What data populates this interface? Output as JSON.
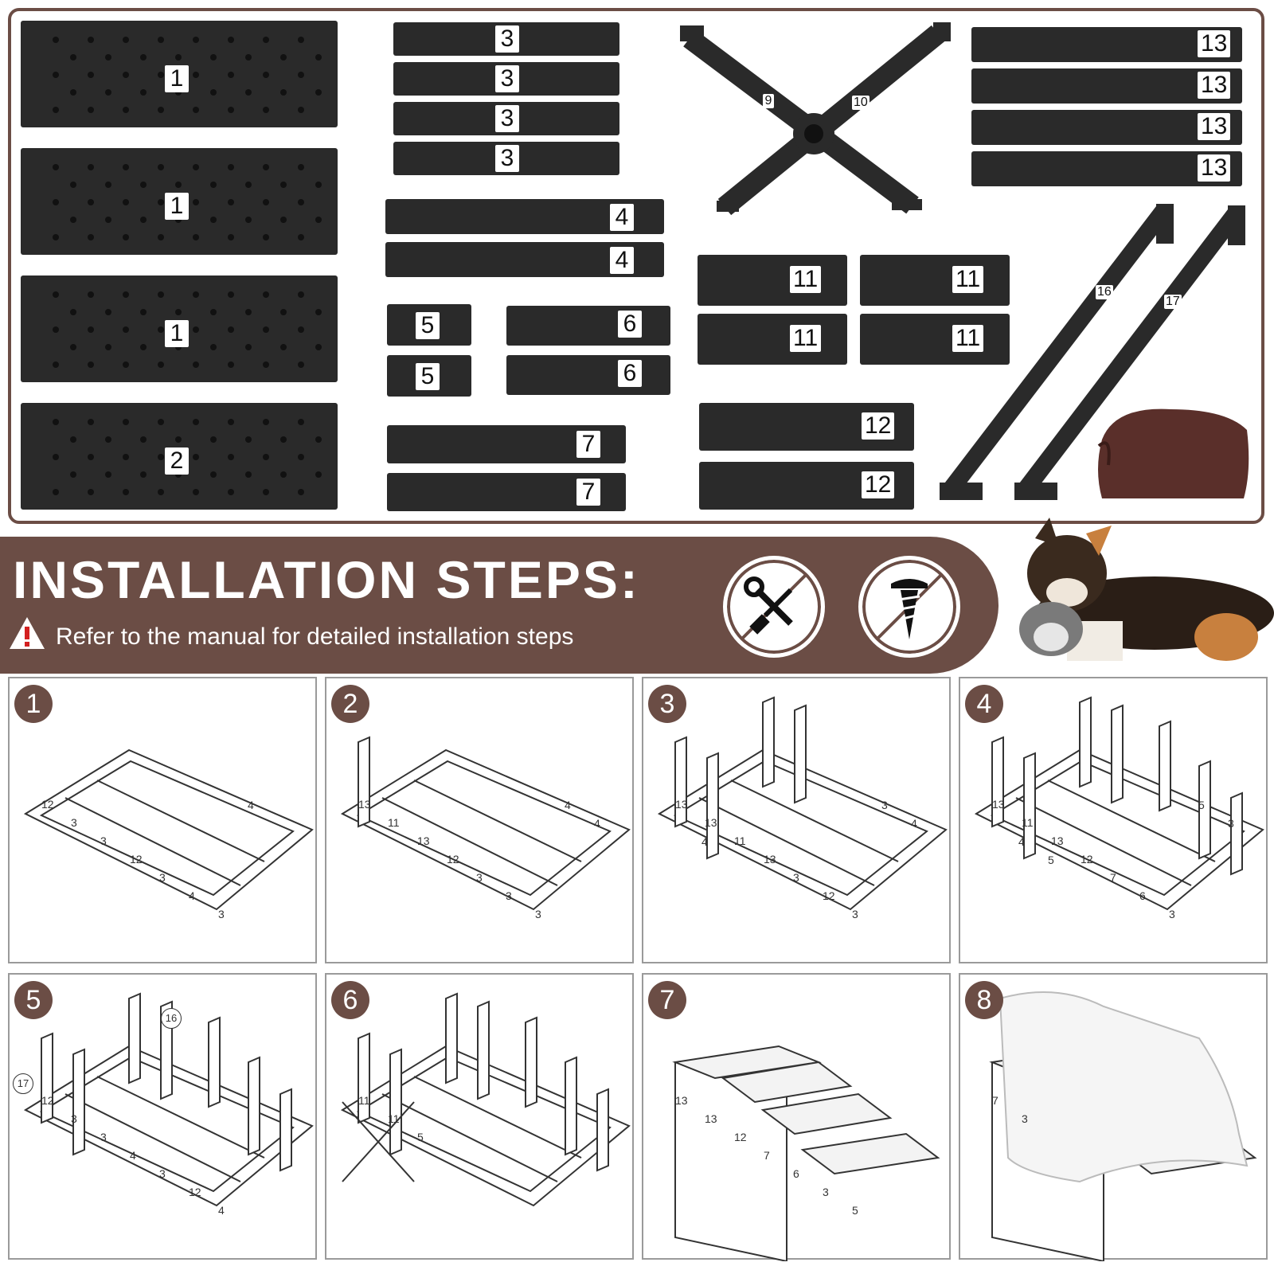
{
  "parts": {
    "panels": [
      "1",
      "1",
      "1",
      "2"
    ],
    "bars_3": [
      "3",
      "3",
      "3",
      "3"
    ],
    "bars_4": [
      "4",
      "4"
    ],
    "blocks_5": [
      "5",
      "5"
    ],
    "bars_6": [
      "6",
      "6"
    ],
    "bars_7": [
      "7",
      "7"
    ],
    "cross": [
      "9",
      "10"
    ],
    "blocks_11": [
      "11",
      "11",
      "11",
      "11"
    ],
    "bars_12": [
      "12",
      "12"
    ],
    "bars_13": [
      "13",
      "13",
      "13",
      "13"
    ],
    "rails": [
      "16",
      "17"
    ]
  },
  "banner": {
    "title": "INSTALLATION STEPS:",
    "subtitle": "Refer to the manual for detailed installation steps",
    "warning_icon": "warning-triangle-icon",
    "tool_icons": [
      "wrench-screwdriver-icon",
      "screw-icon"
    ],
    "color": "#6b4d45"
  },
  "steps": [
    {
      "number": "1",
      "part_labels": [
        "12",
        "3",
        "3",
        "12",
        "3",
        "4",
        "3",
        "4"
      ]
    },
    {
      "number": "2",
      "part_labels": [
        "13",
        "11",
        "13",
        "12",
        "3",
        "3",
        "3",
        "4",
        "4"
      ]
    },
    {
      "number": "3",
      "part_labels": [
        "13",
        "13",
        "11",
        "13",
        "3",
        "12",
        "3",
        "3",
        "4",
        "4"
      ]
    },
    {
      "number": "4",
      "part_labels": [
        "13",
        "11",
        "13",
        "12",
        "7",
        "6",
        "3",
        "5",
        "3",
        "4",
        "5"
      ]
    },
    {
      "number": "5",
      "callouts": [
        "16",
        "17"
      ],
      "part_labels": [
        "12",
        "3",
        "3",
        "4",
        "3",
        "12",
        "4"
      ]
    },
    {
      "number": "6",
      "part_labels": [
        "11",
        "11",
        "5"
      ]
    },
    {
      "number": "7",
      "part_labels": [
        "13",
        "13",
        "12",
        "7",
        "6",
        "3",
        "5"
      ]
    },
    {
      "number": "8",
      "part_labels": [
        "7",
        "3"
      ]
    }
  ]
}
